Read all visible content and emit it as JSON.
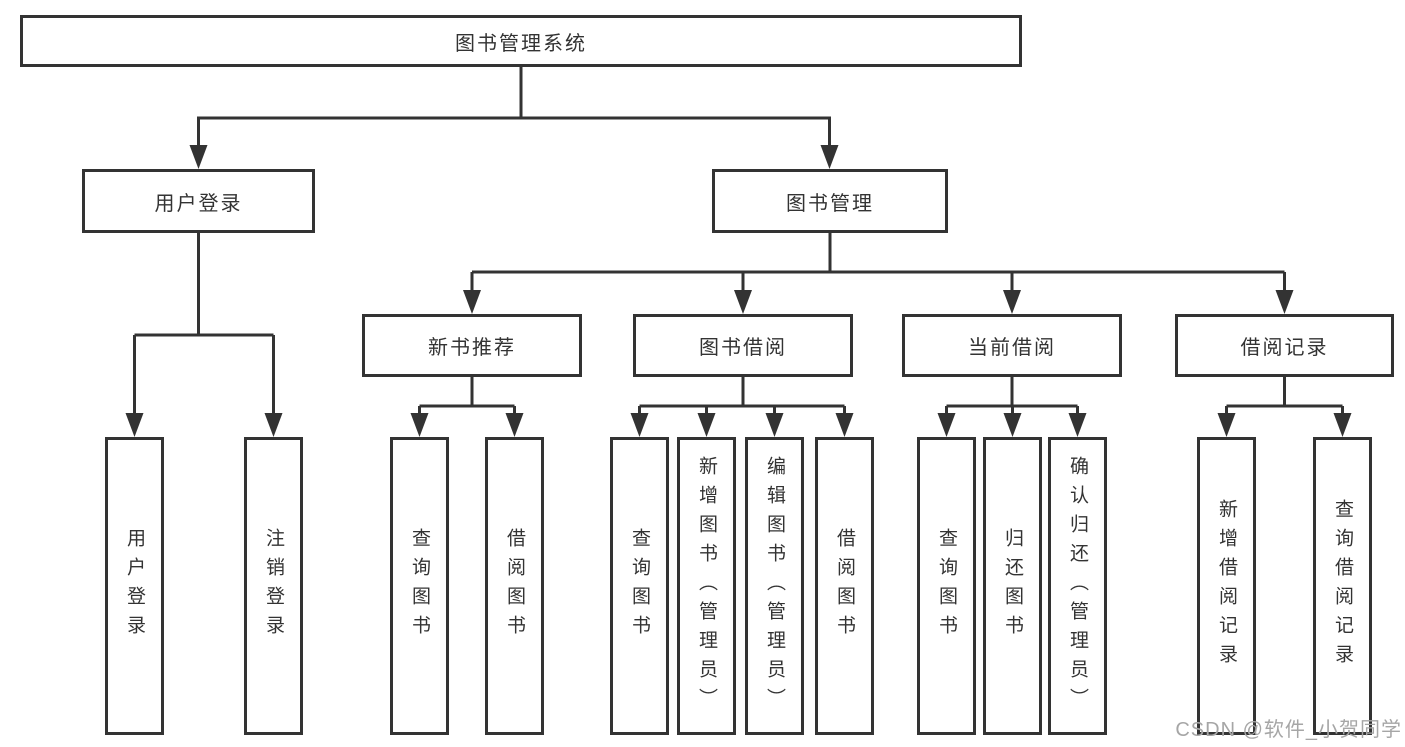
{
  "tree": {
    "root": {
      "label": "图书管理系统",
      "children": [
        {
          "label": "用户登录",
          "children": [
            {
              "label": "用户登录"
            },
            {
              "label": "注销登录"
            }
          ]
        },
        {
          "label": "图书管理",
          "children": [
            {
              "label": "新书推荐",
              "children": [
                {
                  "label": "查询图书"
                },
                {
                  "label": "借阅图书"
                }
              ]
            },
            {
              "label": "图书借阅",
              "children": [
                {
                  "label": "查询图书"
                },
                {
                  "label": "新增图书（管理员）"
                },
                {
                  "label": "编辑图书（管理员）"
                },
                {
                  "label": "借阅图书"
                }
              ]
            },
            {
              "label": "当前借阅",
              "children": [
                {
                  "label": "查询图书"
                },
                {
                  "label": "归还图书"
                },
                {
                  "label": "确认归还（管理员）"
                }
              ]
            },
            {
              "label": "借阅记录",
              "children": [
                {
                  "label": "新增借阅记录"
                },
                {
                  "label": "查询借阅记录"
                }
              ]
            }
          ]
        }
      ]
    }
  },
  "watermark": {
    "text": "CSDN @软件_小贺同学"
  },
  "colors": {
    "line": "#333333",
    "text": "#333333",
    "watermark": "#a6a6a6",
    "background": "#ffffff"
  }
}
